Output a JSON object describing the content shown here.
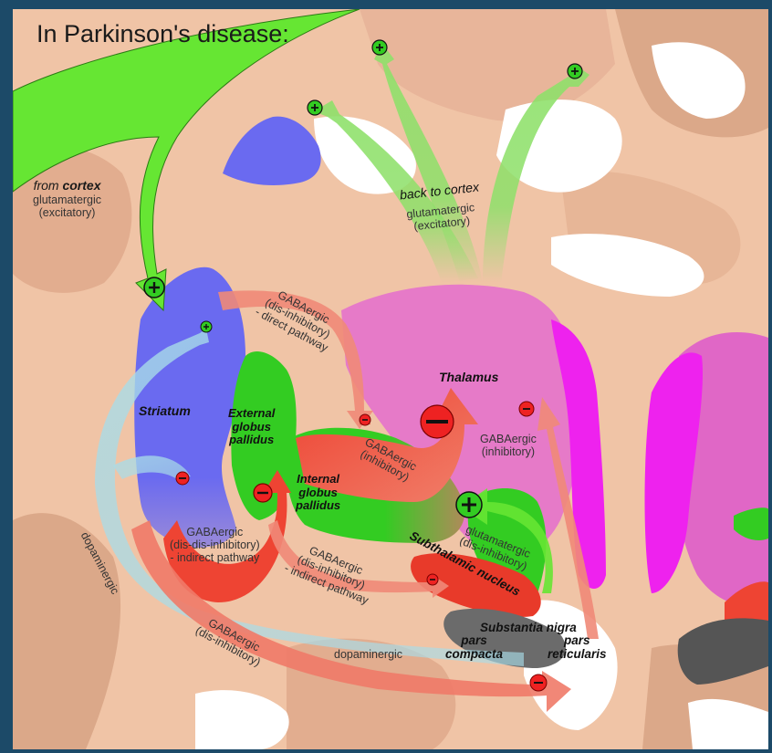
{
  "title": "In Parkinson's disease:",
  "labels": {
    "from_cortex_pre": "from ",
    "from_cortex_bold": "cortex",
    "glut_exc_1_a": "glutamatergic",
    "glut_exc_1_b": "(excitatory)",
    "back_to_cortex": "back to cortex",
    "glut_exc_2_a": "glutamatergic",
    "glut_exc_2_b": "(excitatory)",
    "direct_a": "GABAergic",
    "direct_b": "(dis-inhibitory)",
    "direct_c": "- direct pathway",
    "thalamus": "Thalamus",
    "gaba_inh_1_a": "GABAergic",
    "gaba_inh_1_b": "(inhibitory)",
    "striatum": "Striatum",
    "ext_gp_1": "External",
    "ext_gp_2": "globus",
    "ext_gp_3": "pallidus",
    "gaba_inh_2_a": "GABAergic",
    "gaba_inh_2_b": "(inhibitory)",
    "int_gp_1": "Internal",
    "int_gp_2": "globus",
    "int_gp_3": "pallidus",
    "dopaminergic_1": "dopaminergic",
    "ddi_a": "GABAergic",
    "ddi_b": "(dis-dis-inhibitory)",
    "ddi_c": "- indirect pathway",
    "ind_a": "GABAergic",
    "ind_b": "(dis-inhibitory)",
    "ind_c": "- indirect pathway",
    "glut_dis_a": "glutamatergic",
    "glut_dis_b": "(dis-inhibitory)",
    "subthalamic": "Subthalamic nucleus",
    "sn_1": "Substantia nigra",
    "pars_compacta_1": "pars",
    "pars_compacta_2": "compacta",
    "pars_reticularis_1": "pars",
    "pars_reticularis_2": "reticularis",
    "dopaminergic_2": "dopaminergic",
    "gaba_dis_a": "GABAergic",
    "gaba_dis_b": "(dis-inhibitory)"
  },
  "symbols": {
    "plus": "+",
    "minus": "−"
  },
  "colors": {
    "frame_border": "#1c4a68",
    "tissue": "#f0c4a6",
    "excitatory_green": "#66e633",
    "inhibitory_red": "#f04a3a",
    "striatum_blue": "#6a6af0",
    "thalamus_pink": "#e67ac8",
    "magenta": "#ee22ee",
    "dopamine_cyan": "#a8dce8"
  }
}
